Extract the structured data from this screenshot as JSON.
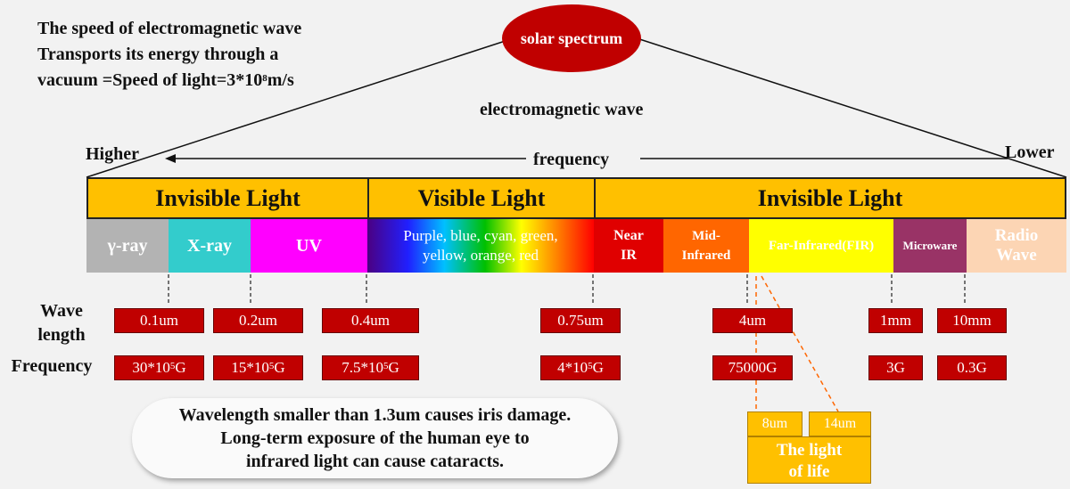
{
  "intro": {
    "line1": "The speed of electromagnetic wave",
    "line2": "Transports its energy through a",
    "line3_pre": "vacuum =Speed of light=3*10",
    "line3_sup": "8",
    "line3_post": "m/s"
  },
  "title": "solar spectrum",
  "subtitle": "electromagnetic wave",
  "direction": {
    "higher": "Higher",
    "lower": "Lower",
    "label": "frequency"
  },
  "bands": [
    {
      "label": "Invisible Light"
    },
    {
      "label": "Visible Light"
    },
    {
      "label": "Invisible Light"
    }
  ],
  "segments": [
    {
      "label": "γ-ray",
      "color": "#b3b3b3"
    },
    {
      "label": "X-ray",
      "color": "#33cccc"
    },
    {
      "label": "UV",
      "color": "#ff00ff"
    },
    {
      "label": "Purple, blue, cyan, green, yellow, orange, red",
      "line1": "Purple, blue, cyan, green,",
      "line2": "yellow, orange, red"
    },
    {
      "line1": "Near",
      "line2": "IR",
      "color": "#e00000"
    },
    {
      "line1": "Mid-",
      "line2": "Infrared",
      "color": "#ff6600"
    },
    {
      "label": "Far-Infrared(FIR)",
      "color": "#ffff00"
    },
    {
      "label": "Microware",
      "color": "#993366"
    },
    {
      "line1": "Radio",
      "line2": "Wave",
      "color": "#fcd5b4"
    }
  ],
  "rows": {
    "wavelength_1": "Wave",
    "wavelength_2": "length",
    "frequency": "Frequency"
  },
  "wavelengths": [
    "0.1um",
    "0.2um",
    "0.4um",
    "0.75um",
    "4um",
    "1mm",
    "10mm"
  ],
  "frequencies": [
    {
      "base": "30*10",
      "exp": "5",
      "unit": "G"
    },
    {
      "base": "15*10",
      "exp": "5",
      "unit": "G"
    },
    {
      "base": "7.5*10",
      "exp": "5",
      "unit": "G"
    },
    {
      "base": "4*10",
      "exp": "5",
      "unit": "G"
    },
    {
      "base": "75000G",
      "exp": "",
      "unit": ""
    },
    {
      "base": "3G",
      "exp": "",
      "unit": ""
    },
    {
      "base": "0.3G",
      "exp": "",
      "unit": ""
    }
  ],
  "note": {
    "line1": "Wavelength smaller than 1.3um causes iris damage.",
    "line2": "Long-term exposure of the human eye to",
    "line3": "infrared light can cause cataracts."
  },
  "life": {
    "from": "8um",
    "to": "14um",
    "line1": "The light",
    "line2": "of life"
  },
  "colors": {
    "accent": "#c00000",
    "band": "#ffc000"
  }
}
